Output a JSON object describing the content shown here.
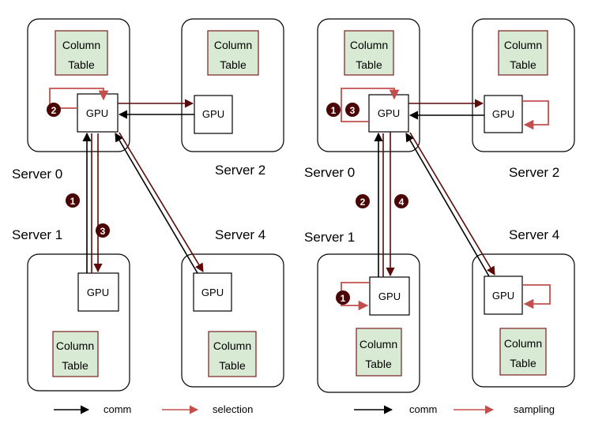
{
  "left": {
    "servers": [
      {
        "id": "s0",
        "label": "Server 0",
        "table": [
          "Column",
          "Table"
        ],
        "gpu": "GPU"
      },
      {
        "id": "s2",
        "label": "Server 2",
        "table": [
          "Column",
          "Table"
        ],
        "gpu": "GPU"
      },
      {
        "id": "s1",
        "label": "Server 1",
        "table": [
          "Column",
          "Table"
        ],
        "gpu": "GPU"
      },
      {
        "id": "s4",
        "label": "Server 4",
        "table": [
          "Column",
          "Table"
        ],
        "gpu": "GPU"
      }
    ],
    "steps": [
      "1",
      "2",
      "3"
    ],
    "legend": {
      "comm": "comm",
      "other": "selection"
    }
  },
  "right": {
    "servers": [
      {
        "id": "s0",
        "label": "Server 0",
        "table": [
          "Column",
          "Table"
        ],
        "gpu": "GPU"
      },
      {
        "id": "s2",
        "label": "Server 2",
        "table": [
          "Column",
          "Table"
        ],
        "gpu": "GPU"
      },
      {
        "id": "s1",
        "label": "Server 1",
        "table": [
          "Column",
          "Table"
        ],
        "gpu": "GPU"
      },
      {
        "id": "s4",
        "label": "Server 4",
        "table": [
          "Column",
          "Table"
        ],
        "gpu": "GPU"
      }
    ],
    "steps": [
      "1",
      "3",
      "2",
      "4",
      "1"
    ],
    "legend": {
      "comm": "comm",
      "other": "sampling"
    }
  },
  "colors": {
    "comm": "#000000",
    "red": "#c0504d",
    "dark_red": "#5c0a0a",
    "badge": "#4a0505",
    "table_fill": "#d8ead3"
  }
}
